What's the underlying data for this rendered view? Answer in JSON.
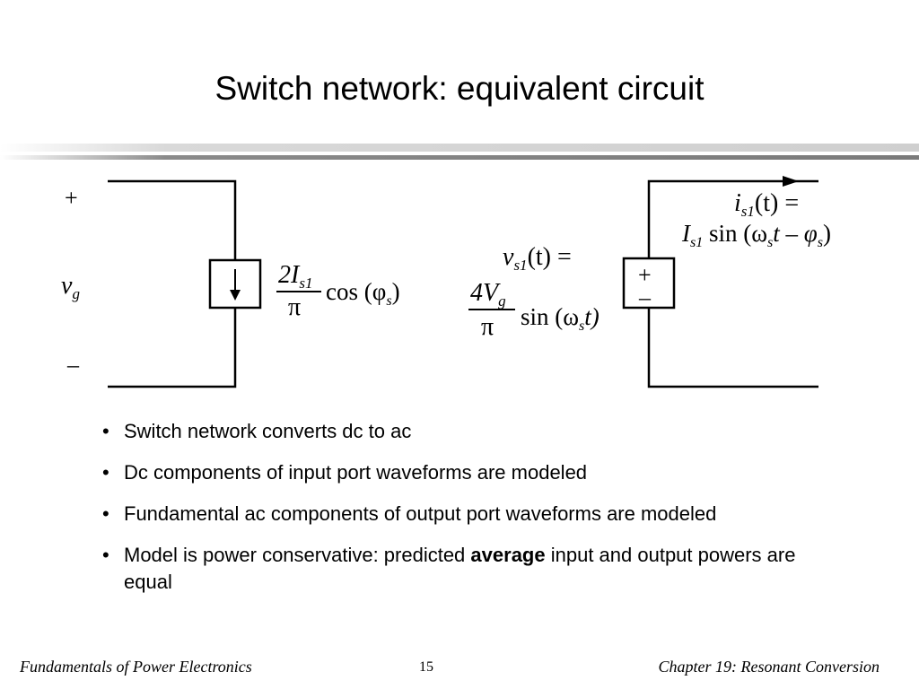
{
  "slide": {
    "title": "Switch network: equivalent circuit",
    "circuit": {
      "input_plus": "+",
      "input_minus": "–",
      "input_voltage_symbol": "v",
      "input_voltage_sub": "g",
      "current_source_num": "2I",
      "current_source_num_sub": "s1",
      "current_source_den": "π",
      "current_source_func": "cos (φ",
      "current_source_func_sub": "s",
      "current_source_func_close": ")",
      "voltage_label_line1_prefix": "v",
      "voltage_label_line1_sub": "s1",
      "voltage_label_line1_suffix": "(t) =",
      "voltage_num": "4V",
      "voltage_num_sub": "g",
      "voltage_den": "π",
      "voltage_func": "sin (ω",
      "voltage_func_sub": "s",
      "voltage_func_close": "t)",
      "source_plus": "+",
      "source_minus": "–",
      "output_current_line1_prefix": "i",
      "output_current_line1_sub": "s1",
      "output_current_line1_suffix": "(t) =",
      "output_current_line2_prefix": "I",
      "output_current_line2_sub": "s1",
      "output_current_line2_func": " sin (ω",
      "output_current_line2_func_sub": "s",
      "output_current_line2_mid": "t – φ",
      "output_current_line2_mid_sub": "s",
      "output_current_line2_close": ")"
    },
    "bullets": [
      {
        "text": "Switch network converts dc to ac"
      },
      {
        "text": "Dc components of input port waveforms are modeled"
      },
      {
        "text": "Fundamental ac components of output port waveforms are modeled"
      },
      {
        "text_before": "Model is power conservative: predicted ",
        "bold": "average",
        "text_after": " input and output powers are equal"
      }
    ],
    "bullet_glyph": "•"
  },
  "footer": {
    "left": "Fundamentals of Power Electronics",
    "page_number": "15",
    "right": "Chapter 19:  Resonant Conversion"
  }
}
